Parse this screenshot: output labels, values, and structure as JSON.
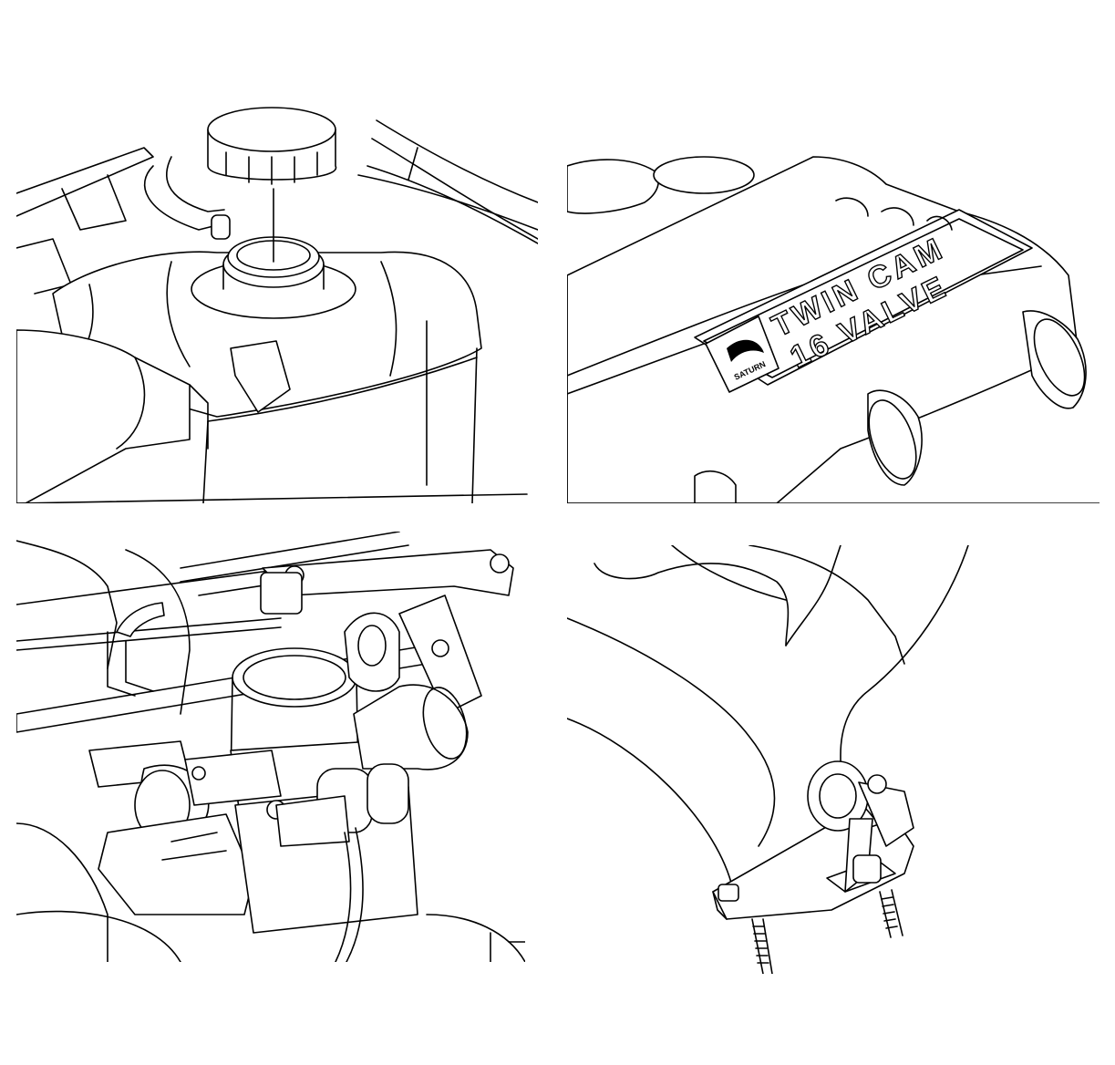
{
  "panels": [
    {
      "id": "coolant-reservoir"
    },
    {
      "id": "camshaft-cover",
      "emblem": {
        "line1": "TWIN CAM",
        "line2": "16 VALVE",
        "brand": "SATURN"
      }
    },
    {
      "id": "throttle-body"
    },
    {
      "id": "exhaust-manifold"
    }
  ]
}
